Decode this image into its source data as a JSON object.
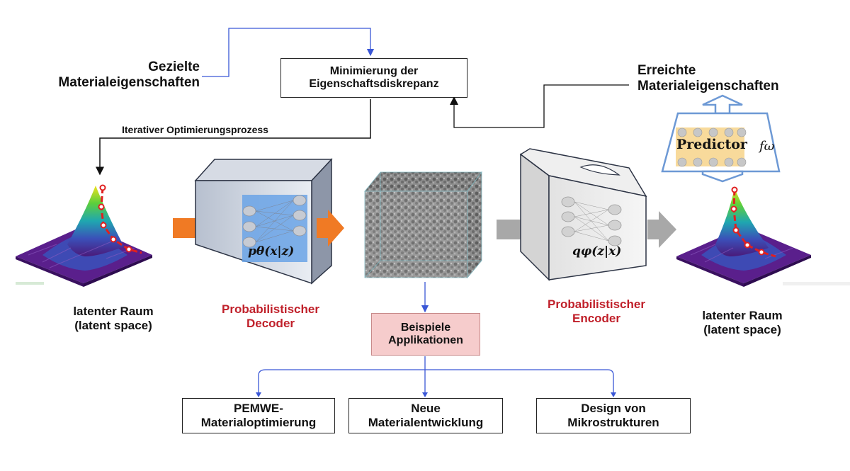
{
  "labels": {
    "target_line1": "Gezielte",
    "target_line2": "Materialeigenschaften",
    "achieved_line1": "Erreichte",
    "achieved_line2": "Materialeigenschaften",
    "iterative": "Iterativer Optimierungsprozess",
    "latent_left_line1": "latenter Raum",
    "latent_left_line2": "(latent space)",
    "latent_right_line1": "latenter Raum",
    "latent_right_line2": "(latent space)",
    "decoder_line1": "Probabilistischer",
    "decoder_line2": "Decoder",
    "encoder_line1": "Probabilistischer",
    "encoder_line2": "Encoder",
    "predictor": "Predictor",
    "predictor_symbol": "fω",
    "decoder_formula": "pθ(x|z)",
    "encoder_formula": "qφ(z|x)"
  },
  "boxes": {
    "minimize_line1": "Minimierung der",
    "minimize_line2": "Eigenschaftsdiskrepanz",
    "examples_line1": "Beispiele",
    "examples_line2": "Applikationen",
    "app1_line1": "PEMWE-",
    "app1_line2": "Materialoptimierung",
    "app2_line1": "Neue",
    "app2_line2": "Materialentwicklung",
    "app3_line1": "Design von",
    "app3_line2": "Mikrostrukturen"
  },
  "colors": {
    "blue_arrow": "#3a57d6",
    "orange_arrow": "#f07a24",
    "gray_arrow": "#a8a8a8",
    "red_text": "#c0202a",
    "examples_fill": "#f6cccc",
    "predictor_fill": "#f8d896",
    "predictor_frame": "#cfe0f3"
  }
}
